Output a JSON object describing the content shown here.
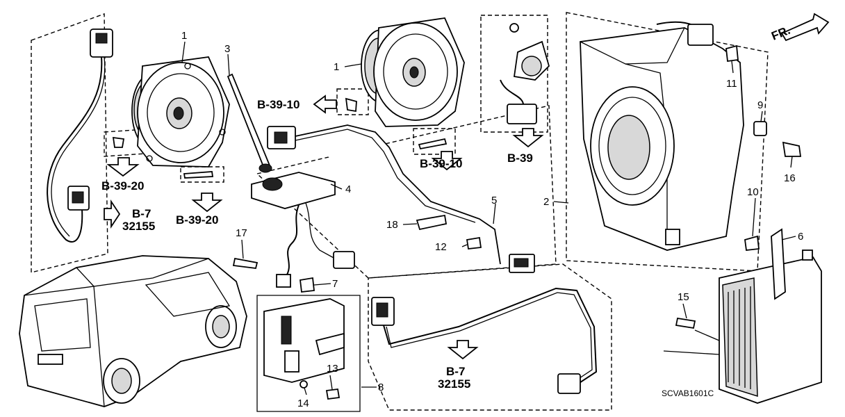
{
  "diagram_code": "SCVAB1601C",
  "direction_label": "FR.",
  "callouts": {
    "c1a": "1",
    "c1b": "1",
    "c2": "2",
    "c3": "3",
    "c4": "4",
    "c5": "5",
    "c6": "6",
    "c7": "7",
    "c8": "8",
    "c9": "9",
    "c10": "10",
    "c11": "11",
    "c12": "12",
    "c13": "13",
    "c14": "14",
    "c15": "15",
    "c16": "16",
    "c17": "17",
    "c18": "18"
  },
  "references": {
    "b39_10_left": "B-39-10",
    "b39_10_right": "B-39-10",
    "b39_20_a": "B-39-20",
    "b39_20_b": "B-39-20",
    "b39": "B-39",
    "b7_a": "B-7",
    "n32155_a": "32155",
    "b7_b": "B-7",
    "n32155_b": "32155"
  }
}
